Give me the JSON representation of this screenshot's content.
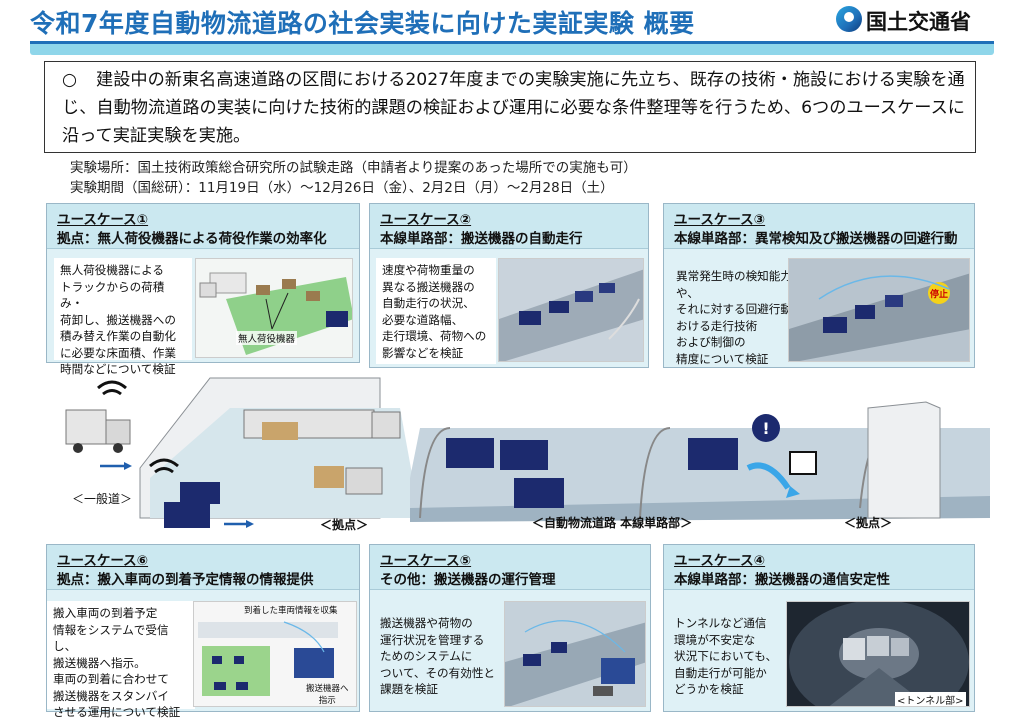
{
  "header": {
    "title": "令和7年度自動物流道路の社会実装に向けた実証実験 概要",
    "org_name": "国土交通省",
    "logo_icon": "mlit-logo-icon"
  },
  "summary": {
    "bullet": "○",
    "text": "建設中の新東名高速道路の区間における2027年度までの実験実施に先立ち、既存の技術・施設における実験を通じ、自動物流道路の実装に向けた技術的課題の検証および運用に必要な条件整理等を行うため、6つのユースケースに沿って実証実験を実施。"
  },
  "info": {
    "location": "実験場所：国土技術政策総合研究所の試験走路（申請者より提案のあった場所での実施も可）",
    "period": "実験期間（国総研）：11月19日（水）～12月26日（金）、2月2日（月）～2月28日（土）"
  },
  "usecases": [
    {
      "label": "ユースケース①",
      "title": "拠点：無人荷役機器による荷役作業の効率化",
      "desc": "無人荷役機器による\nトラックからの荷積み・\n荷卸し、搬送機器への\n積み替え作業の自動化\nに必要な床面積、作業\n時間などについて検証",
      "image_label": "無人荷役機器"
    },
    {
      "label": "ユースケース②",
      "title": "本線単路部：搬送機器の自動走行",
      "desc": "速度や荷物重量の\n異なる搬送機器の\n自動走行の状況、\n必要な道路幅、\n走行環境、荷物への\n影響などを検証"
    },
    {
      "label": "ユースケース③",
      "title": "本線単路部：異常検知及び搬送機器の回避行動",
      "desc": "異常発生時の検知能力や、\nそれに対する回避行動に\nおける走行技術\nおよび制御の\n精度について検証",
      "image_label": "停止"
    },
    {
      "label": "ユースケース④",
      "title": "本線単路部：搬送機器の通信安定性",
      "desc": "トンネルなど通信\n環境が不安定な\n状況下においても、\n自動走行が可能か\nどうかを検証",
      "image_label": "<トンネル部>"
    },
    {
      "label": "ユースケース⑤",
      "title": "その他：搬送機器の運行管理",
      "desc": "搬送機器や荷物の\n運行状況を管理する\nためのシステムに\nついて、その有効性と\n課題を検証"
    },
    {
      "label": "ユースケース⑥",
      "title": "拠点：搬入車両の到着予定情報の情報提供",
      "desc": "搬入車両の到着予定\n情報をシステムで受信し、\n搬送機器へ指示。\n車両の到着に合わせて\n搬送機器をスタンバイ\nさせる運用について検証",
      "image_label_1": "到着した車両情報を収集",
      "image_label_2": "搬送機器へ\n指示"
    }
  ],
  "scene": {
    "general_road": "＜一般道＞",
    "hub_left": "＜拠点＞",
    "main_road": "＜自動物流道路 本線単路部＞",
    "hub_right": "＜拠点＞"
  },
  "colors": {
    "title_blue": "#1f6fb8",
    "header_band": "#8fd6ea",
    "panel_bg": "#dff1f6",
    "container_navy": "#1c2a6e"
  }
}
